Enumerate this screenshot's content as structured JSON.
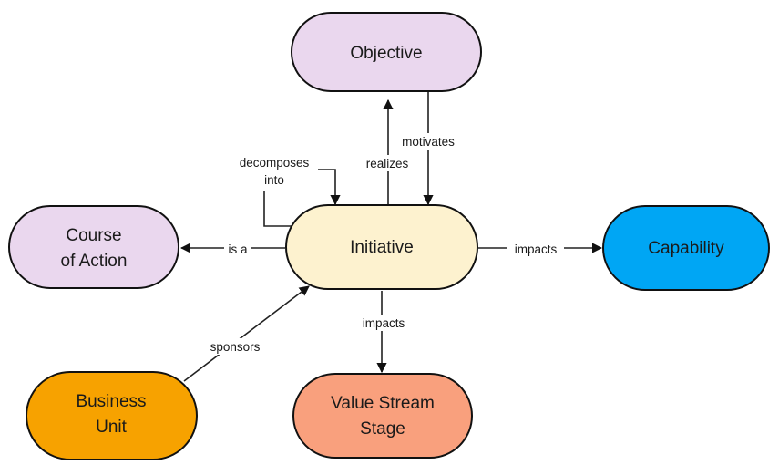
{
  "nodes": {
    "objective": {
      "lines": [
        "Objective"
      ],
      "color": "#ead7ee"
    },
    "initiative": {
      "lines": [
        "Initiative"
      ],
      "color": "#fdf2cf"
    },
    "course_of_action": {
      "lines": [
        "Course",
        "of Action"
      ],
      "color": "#ead7ee"
    },
    "capability": {
      "lines": [
        "Capability"
      ],
      "color": "#00a6f4"
    },
    "business_unit": {
      "lines": [
        "Business",
        "Unit"
      ],
      "color": "#f7a200"
    },
    "value_stream_stage": {
      "lines": [
        "Value Stream",
        "Stage"
      ],
      "color": "#f9a07d"
    }
  },
  "edges": {
    "realizes": "realizes",
    "motivates": "motivates",
    "decomposes_into": [
      "decomposes",
      "into"
    ],
    "is_a": "is a",
    "impacts_capability": "impacts",
    "impacts_value_stream": "impacts",
    "sponsors": "sponsors"
  }
}
